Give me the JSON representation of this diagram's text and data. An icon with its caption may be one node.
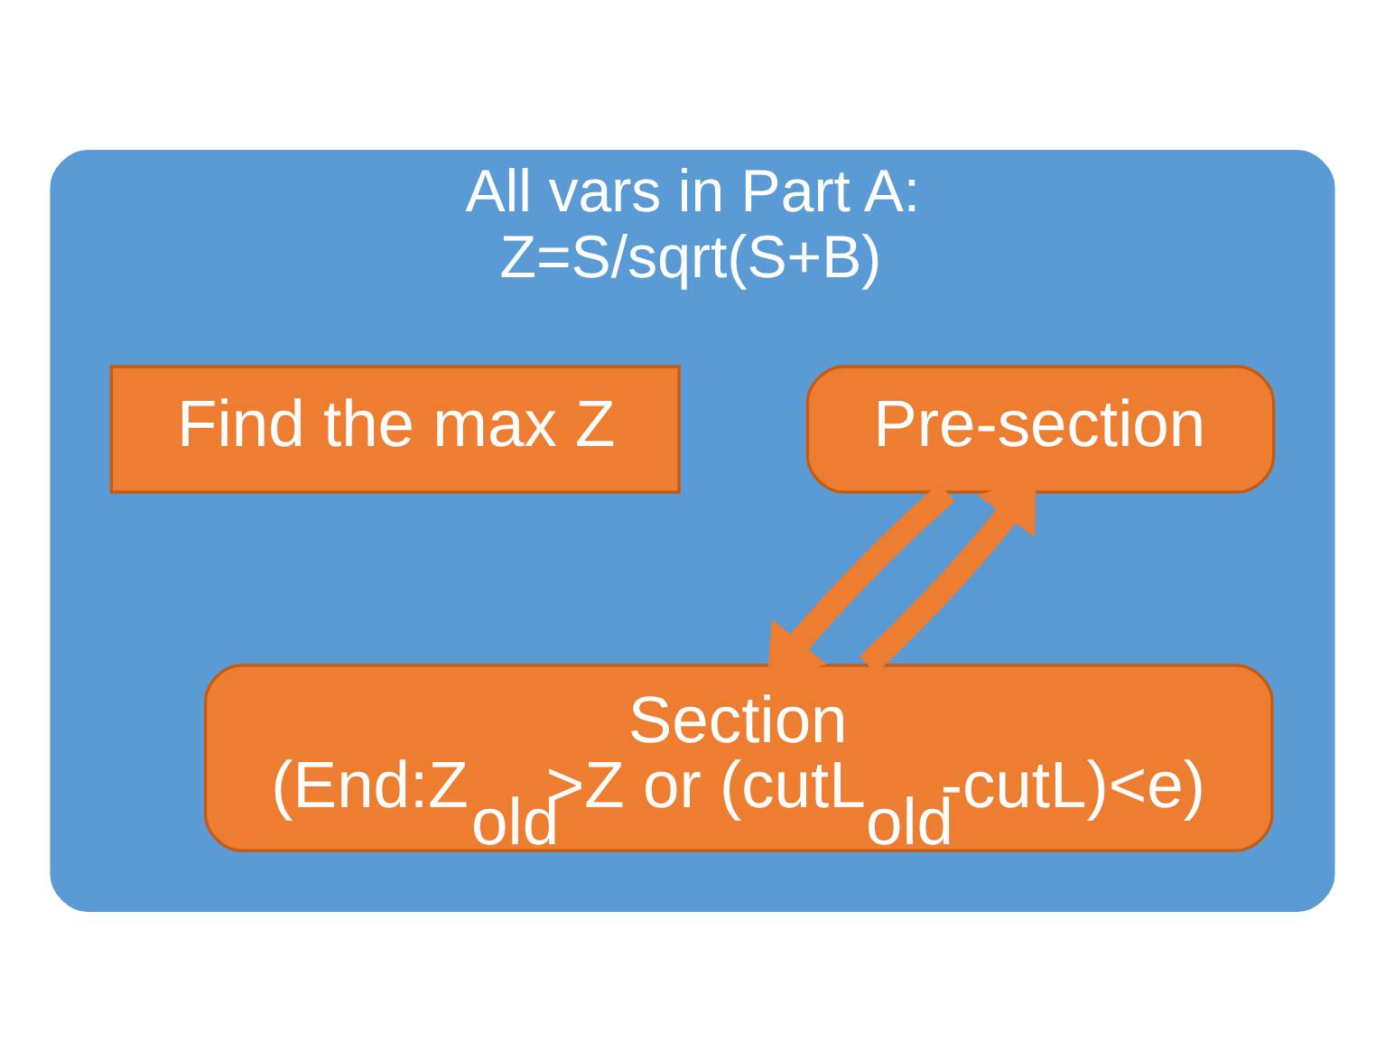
{
  "diagram": {
    "nodes": [
      {
        "text": [
          "All vars in Part A:",
          "Z=S/sqrt(S+B)"
        ]
      },
      {
        "text": [
          "Pre-section"
        ],
        "in": 0
      },
      {
        "text": [
          "Find the max Z"
        ],
        "in": 0
      },
      {
        "text": [
          "Section",
          "(End:Z$_{old}$>Z or (cutL$_{old}$-cutL)<e)"
        ],
        "in": 0
      }
    ],
    "edges": [
      {
        "from": 1,
        "to": 3,
        "arrow": "to"
      },
      {
        "from": 3,
        "to": 1,
        "arrow": "to"
      }
    ]
  }
}
